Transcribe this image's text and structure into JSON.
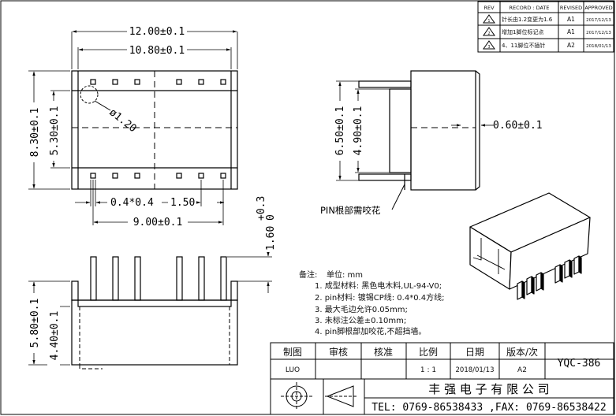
{
  "revision_table": {
    "headers": [
      "REV",
      "RECORD : DATE",
      "REVISED",
      "APPROVED"
    ],
    "rows": [
      {
        "rev": "1",
        "record": "针长由1.2变更为1.6",
        "revised": "A1",
        "approved": "2017/12/13"
      },
      {
        "rev": "2",
        "record": "增加1脚位标记点",
        "revised": "A1",
        "approved": "2017/12/13"
      },
      {
        "rev": "3",
        "record": "4、11脚位不插针",
        "revised": "A2",
        "approved": "2018/01/13"
      }
    ]
  },
  "dimensions": {
    "overall_width": "12.00±0.1",
    "inner_width": "10.80±0.1",
    "overall_depth": "8.30±0.1",
    "inner_depth": "5.30±0.1",
    "pin_mark_diameter": "ø1.20",
    "pin_size": "0.4*0.4",
    "pin_pitch": "1.50",
    "pin_row_span": "9.00±0.1",
    "side_height_a": "6.50±0.1",
    "side_height_b": "4.90±0.1",
    "side_thickness": "0.60±0.1",
    "pin_length": "1.60",
    "pin_length_tol_upper": "+0.3",
    "pin_length_tol_lower": "0",
    "body_height": "5.80±0.1",
    "base_height": "4.40±0.1"
  },
  "callout": "PIN根部需咬花",
  "notes": {
    "title": "备注:",
    "unit": "单位: mm",
    "items": [
      "1. 成型材料: 黑色电木料,UL-94-V0;",
      "2. pin材料: 镀锡CP线: 0.4*0.4方线;",
      "3. 最大毛边允许0.05mm;",
      "3. 未标注公差±0.10mm;",
      "4. pin脚根部加咬花,不超挡墙。"
    ]
  },
  "title_block": {
    "headers": [
      "制图",
      "审核",
      "核准",
      "比例",
      "日期",
      "版本/次"
    ],
    "values": [
      "LUO",
      "",
      "",
      "1 : 1",
      "2018/01/13",
      "A2"
    ],
    "part_number": "YQC-386",
    "company": "丰 强 电 子 有 限 公 司",
    "contact": "TEL: 0769-86538433 ,FAX: 0769-86538422"
  }
}
